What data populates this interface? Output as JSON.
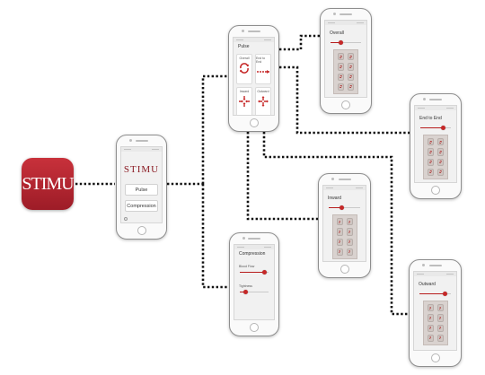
{
  "app_icon": {
    "text": "STIMU",
    "color": "#b3242e"
  },
  "home_screen": {
    "logo": "STIMU",
    "buttons": [
      "Pulse",
      "Compression"
    ]
  },
  "pulse_screen": {
    "title": "Pulse",
    "tiles": [
      {
        "label": "Overall",
        "icon": "rotate-arrows-icon"
      },
      {
        "label": "End to End",
        "icon": "end-to-end-icon"
      },
      {
        "label": "Inward",
        "icon": "inward-arrows-icon"
      },
      {
        "label": "Outward",
        "icon": "outward-arrows-icon"
      }
    ]
  },
  "compression_screen": {
    "title": "Compression",
    "sliders": [
      {
        "label": "Blood Flow",
        "value": 0.85
      },
      {
        "label": "Tightness",
        "value": 0.2
      }
    ]
  },
  "detail_screens": [
    {
      "title": "Overall",
      "slider_value": 0.35
    },
    {
      "title": "End to End",
      "slider_value": 0.75
    },
    {
      "title": "Inward",
      "slider_value": 0.4
    },
    {
      "title": "Outward",
      "slider_value": 0.8
    }
  ],
  "accent_color": "#c62828"
}
